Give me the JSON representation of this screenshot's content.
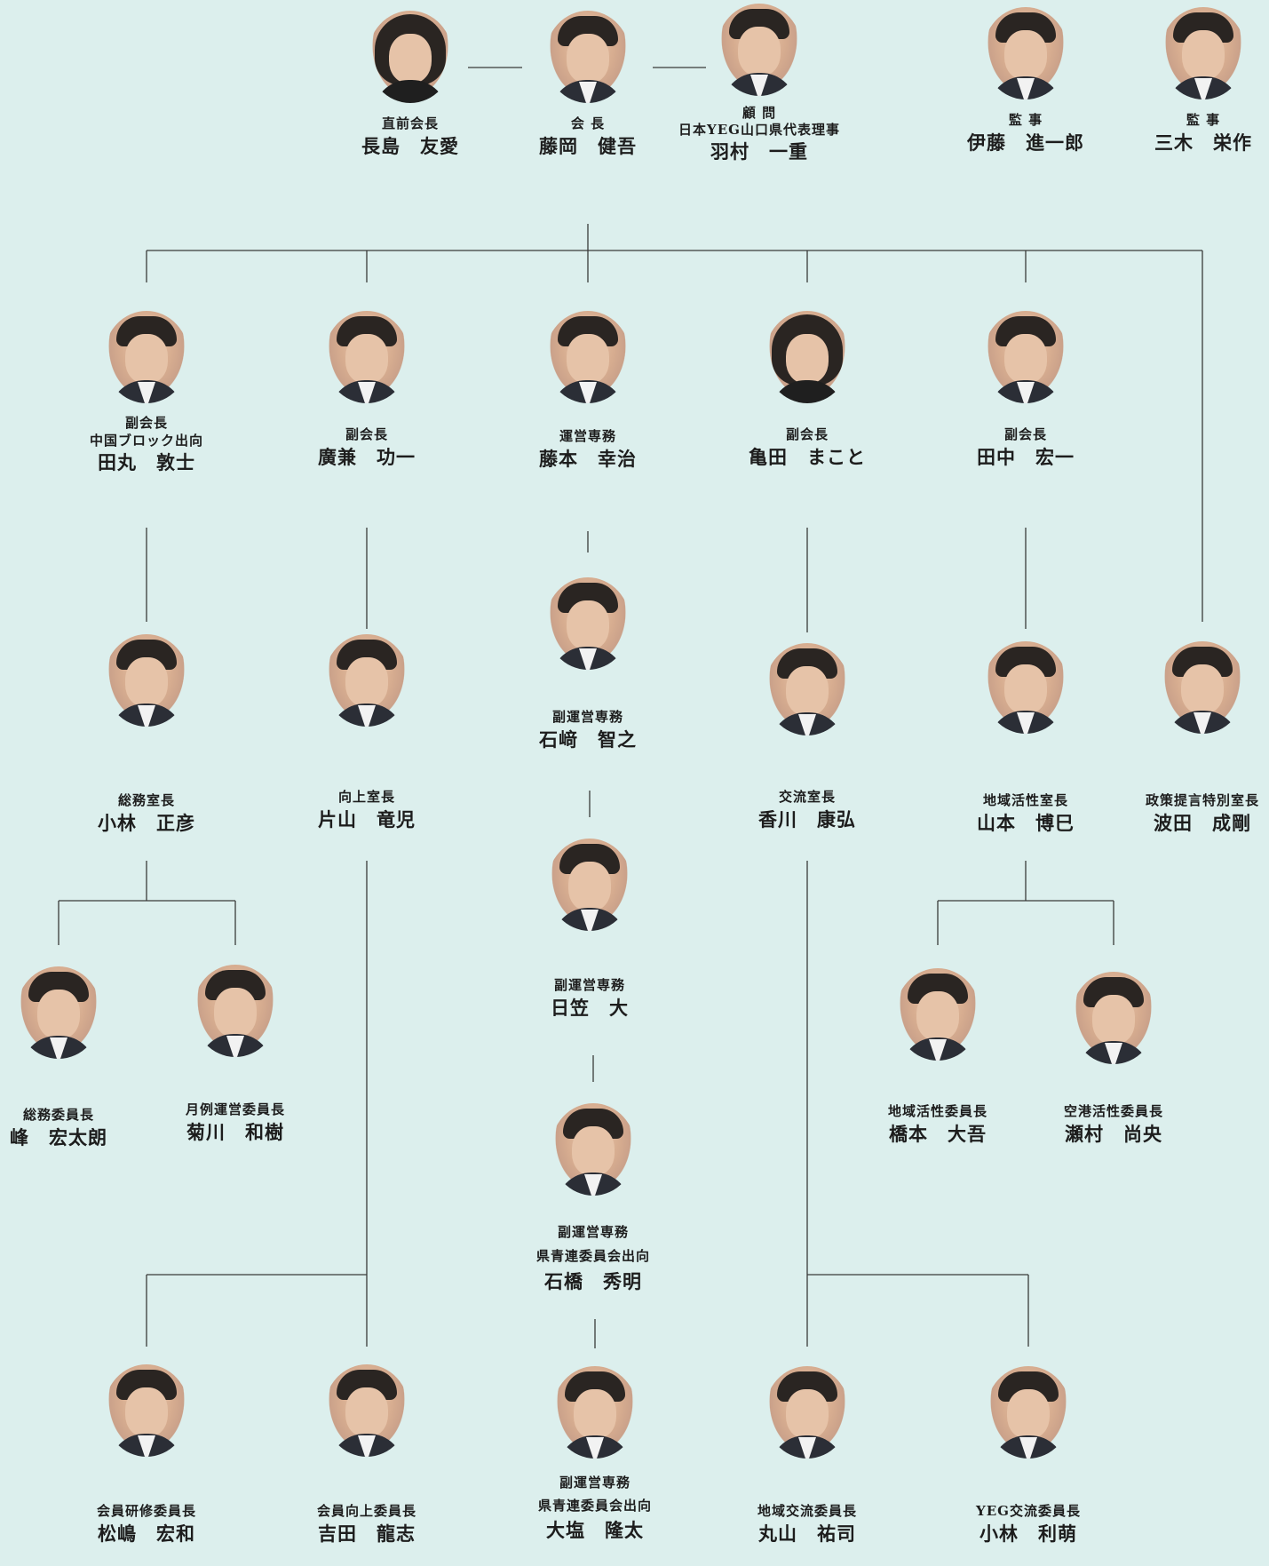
{
  "members": {
    "m0": {
      "role": "直前会長",
      "name": "長島　友愛",
      "gender": "female"
    },
    "m1": {
      "role": "会 長",
      "name": "藤岡　健吾",
      "gender": "male"
    },
    "m2": {
      "role": "顧 問\n日本YEG山口県代表理事",
      "name": "羽村　一重",
      "gender": "male"
    },
    "m3": {
      "role": "監 事",
      "name": "伊藤　進一郎",
      "gender": "male"
    },
    "m4": {
      "role": "監 事",
      "name": "三木　栄作",
      "gender": "male"
    },
    "m5": {
      "role": "副会長\n中国ブロック出向",
      "name": "田丸　敦士",
      "gender": "male"
    },
    "m6": {
      "role": "副会長",
      "name": "廣兼　功一",
      "gender": "male"
    },
    "m7": {
      "role": "運営専務",
      "name": "藤本　幸治",
      "gender": "male"
    },
    "m8": {
      "role": "副会長",
      "name": "亀田　まこと",
      "gender": "female"
    },
    "m9": {
      "role": "副会長",
      "name": "田中　宏一",
      "gender": "male"
    },
    "m10": {
      "role": "副運営専務",
      "name": "石﨑　智之",
      "gender": "male"
    },
    "m11": {
      "role": "総務室長",
      "name": "小林　正彦",
      "gender": "male"
    },
    "m12": {
      "role": "向上室長",
      "name": "片山　竜児",
      "gender": "male"
    },
    "m13": {
      "role": "交流室長",
      "name": "香川　康弘",
      "gender": "male"
    },
    "m14": {
      "role": "地域活性室長",
      "name": "山本　博巳",
      "gender": "male"
    },
    "m15": {
      "role": "政策提言特別室長",
      "name": "波田　成剛",
      "gender": "male"
    },
    "m16": {
      "role": "副運営専務",
      "name": "日笠　大",
      "gender": "male"
    },
    "m17": {
      "role": "総務委員長",
      "name": "峰　宏太朗",
      "gender": "male"
    },
    "m18": {
      "role": "月例運営委員長",
      "name": "菊川　和樹",
      "gender": "male"
    },
    "m19": {
      "role": "地域活性委員長",
      "name": "橋本　大吾",
      "gender": "male"
    },
    "m20": {
      "role": "空港活性委員長",
      "name": "瀬村　尚央",
      "gender": "male"
    },
    "m21": {
      "role": "副運営専務\n県青連委員会出向",
      "name": "石橋　秀明",
      "gender": "male"
    },
    "m22": {
      "role": "会員研修委員長",
      "name": "松嶋　宏和",
      "gender": "male"
    },
    "m23": {
      "role": "会員向上委員長",
      "name": "吉田　龍志",
      "gender": "male"
    },
    "m24": {
      "role": "副運営専務\n県青連委員会出向",
      "name": "大塩　隆太",
      "gender": "male"
    },
    "m25": {
      "role": "地域交流委員長",
      "name": "丸山　祐司",
      "gender": "male"
    },
    "m26": {
      "role": "YEG交流委員長",
      "name": "小林　利萌",
      "gender": "male"
    }
  }
}
